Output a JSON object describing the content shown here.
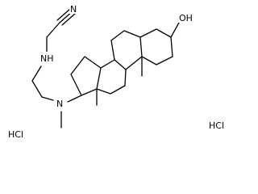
{
  "atoms": {
    "nitrile_n": "N",
    "amine_nh": "NH",
    "amine_n": "N",
    "hydroxyl": "OH"
  },
  "salts": {
    "left": "HCl",
    "right": "HCl"
  }
}
